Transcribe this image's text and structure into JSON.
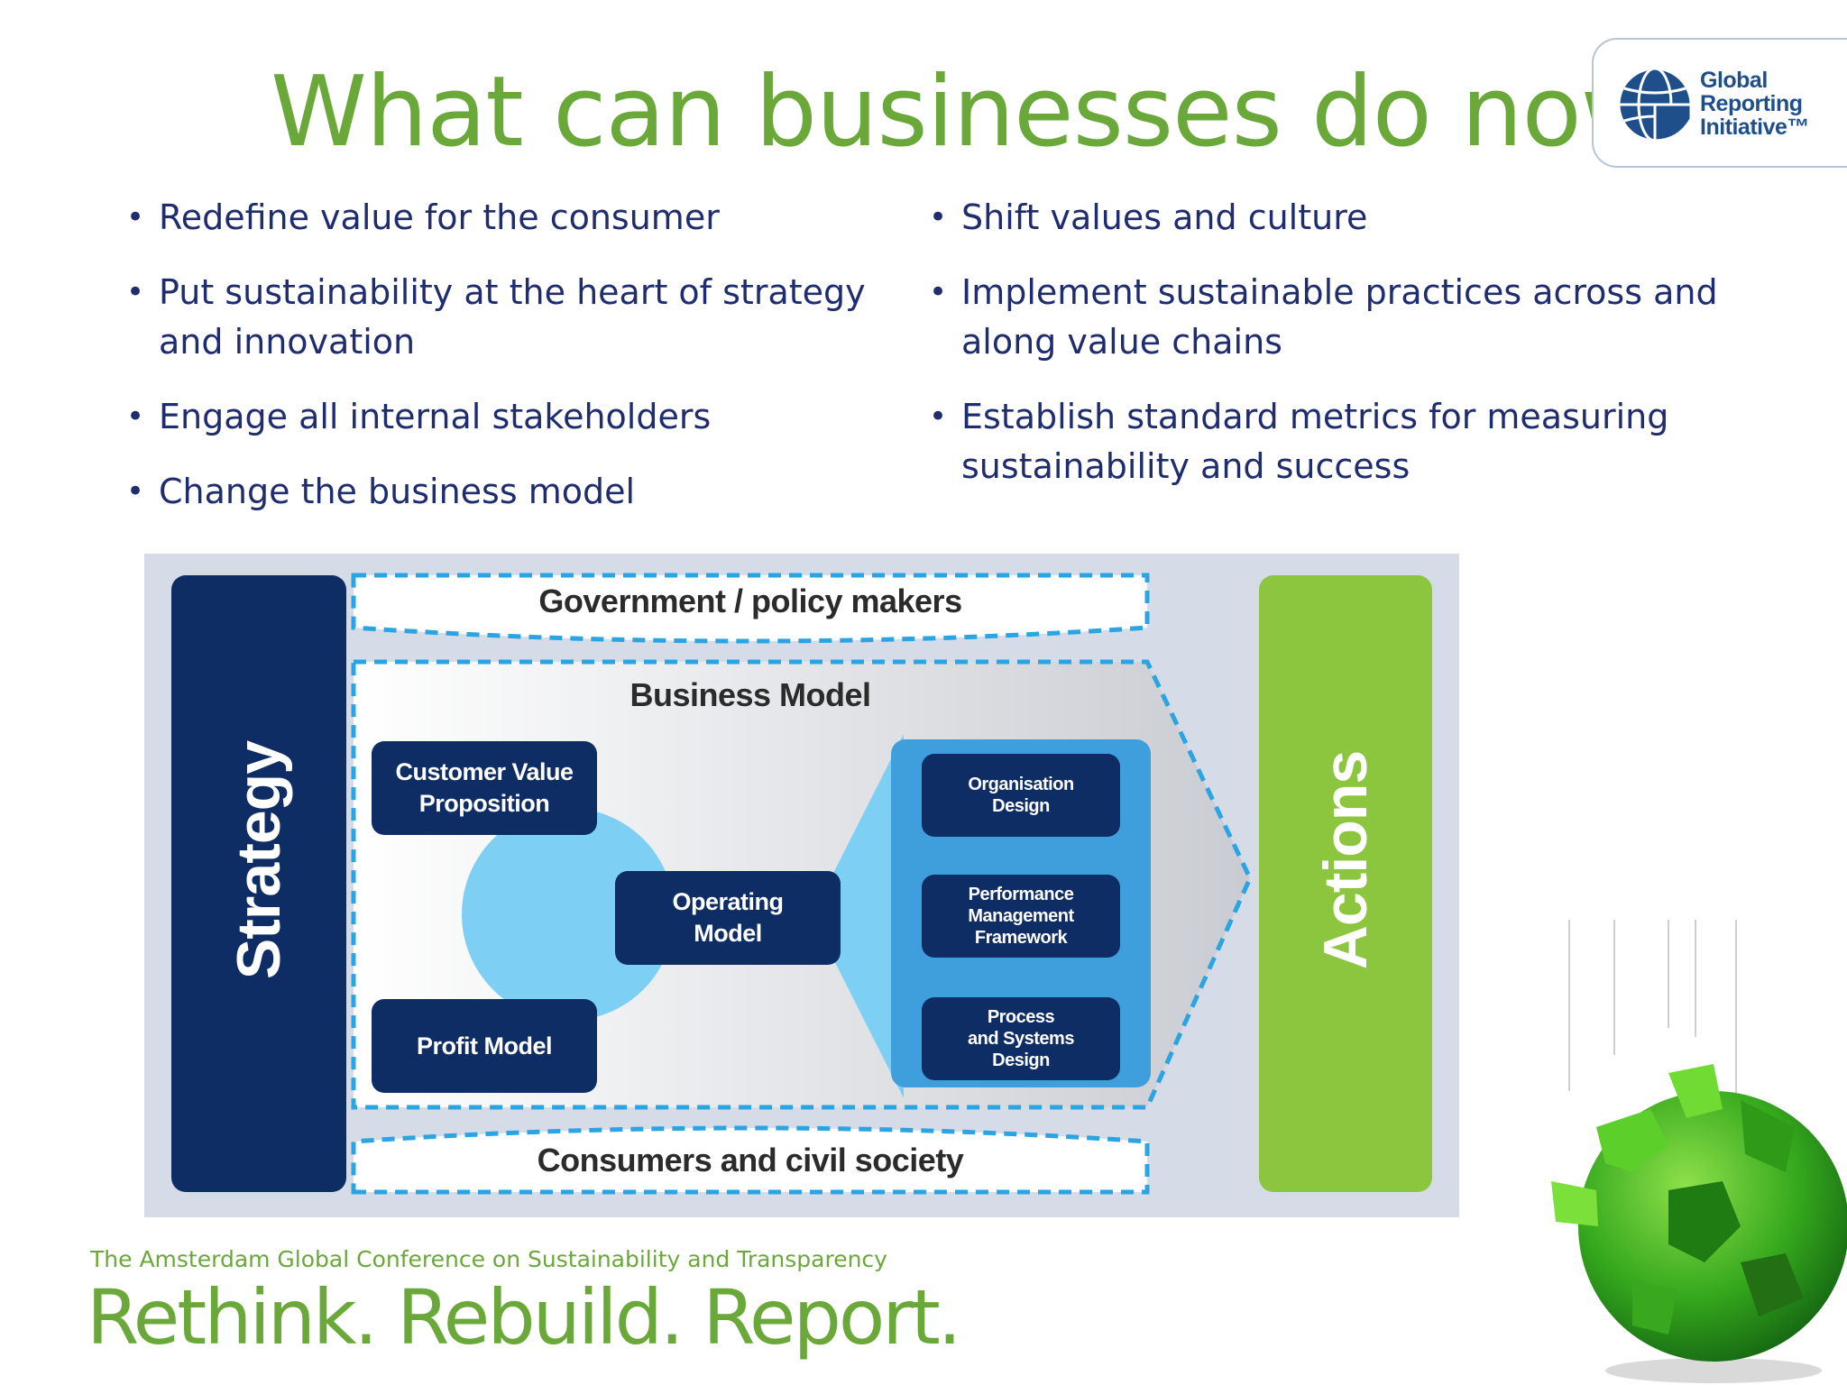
{
  "slide": {
    "title": "What can businesses do now?",
    "logo": {
      "lines": [
        "Global",
        "Reporting",
        "Initiative™"
      ],
      "icon": "gri-globe-icon",
      "color": "#1f4f8a"
    },
    "bullets_left": [
      "Redefine value for the consumer",
      "Put sustainability at the heart of strategy and innovation",
      "Engage all internal stakeholders",
      "Change the business model"
    ],
    "bullets_right": [
      "Shift values and culture",
      "Implement sustainable practices across and along value chains",
      "Establish standard metrics for measuring sustainability and success"
    ]
  },
  "diagram": {
    "strategy": "Strategy",
    "actions": "Actions",
    "government": "Government / policy makers",
    "consumers": "Consumers and civil society",
    "business_model": "Business Model",
    "customer_value": "Customer Value\nProposition",
    "profit_model": "Profit Model",
    "operating_model": "Operating\nModel",
    "organisation_design": "Organisation\nDesign",
    "performance": "Performance\nManagement\nFramework",
    "process": "Process\nand Systems\nDesign",
    "colors": {
      "navy": "#0d2d64",
      "green": "#8cc63f",
      "light_blue": "#7dcff4",
      "mid_blue": "#3f9fdc",
      "dash_blue": "#2aa4e2"
    }
  },
  "footer": {
    "conference": "The Amsterdam Global Conference on Sustainability and Transparency",
    "tagline": "Rethink. Rebuild. Report."
  },
  "decor": {
    "image": "green-earth-construction-illustration"
  }
}
